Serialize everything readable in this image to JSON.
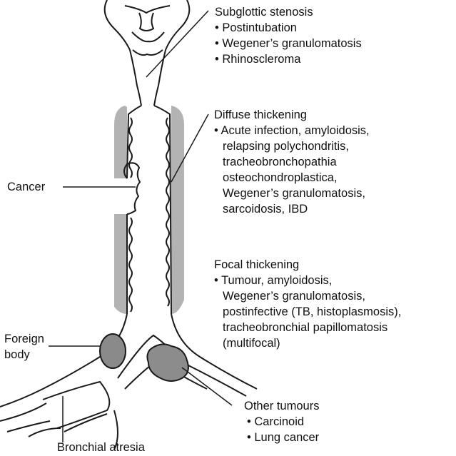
{
  "subglottic": {
    "title": "Subglottic stenosis",
    "items": [
      "• Postintubation",
      "• Wegener’s granulomatosis",
      "• Rhinoscleroma"
    ]
  },
  "diffuse": {
    "title": "Diffuse thickening",
    "lines": [
      "• Acute infection, amyloidosis,",
      "relapsing polychondritis,",
      "tracheobronchopathia",
      "osteochondroplastica,",
      "Wegener’s granulomatosis,",
      "sarcoidosis, IBD"
    ]
  },
  "focal": {
    "title": "Focal thickening",
    "lines": [
      "• Tumour, amyloidosis,",
      "Wegener’s granulomatosis,",
      "postinfective (TB, histoplasmosis),",
      "tracheobronchial papillomatosis",
      "(multifocal)"
    ]
  },
  "cancer": {
    "label": "Cancer"
  },
  "foreign_body": {
    "line1": "Foreign",
    "line2": "body"
  },
  "other_tumours": {
    "title": "Other tumours",
    "items": [
      "• Carcinoid",
      "• Lung cancer"
    ]
  },
  "bronchial_atresia": {
    "label": "Bronchial atresia"
  },
  "colors": {
    "outline": "#1a1a1a",
    "thickening": "#b3b3b3",
    "tumour_fill": "#8c8c8c",
    "foreign_body_fill": "#8a8a8a"
  }
}
